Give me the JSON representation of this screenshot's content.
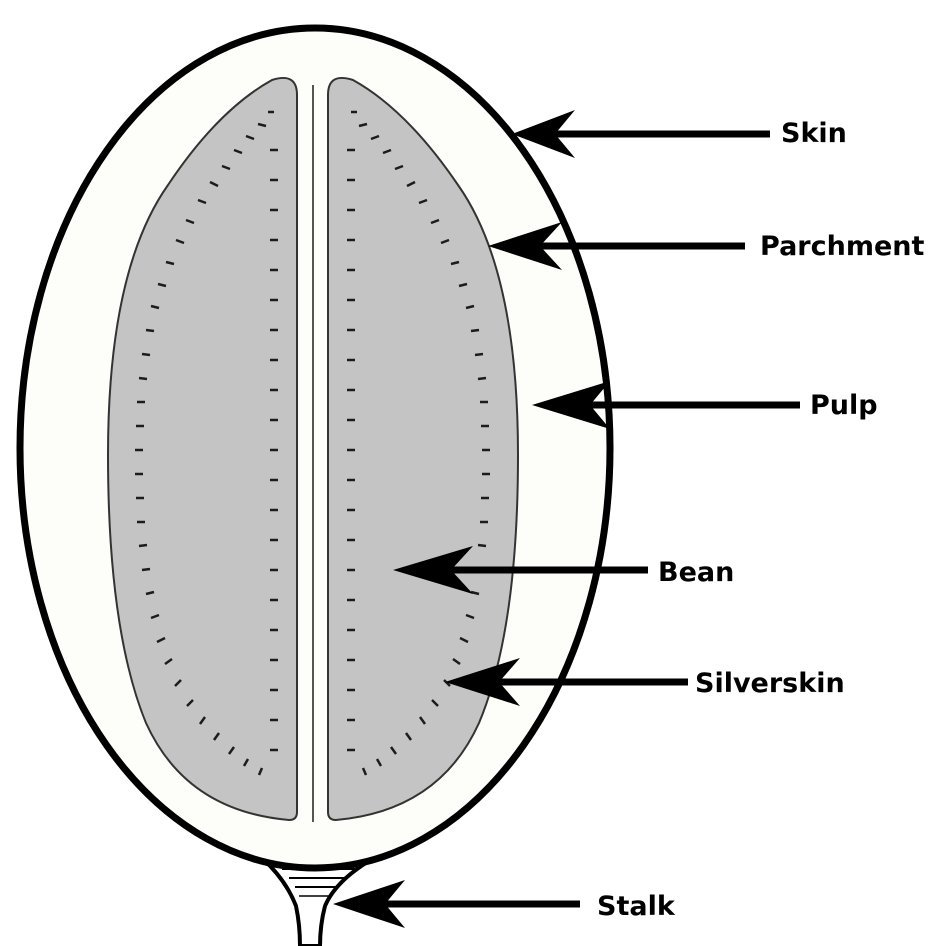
{
  "labels": {
    "skin": "Skin",
    "parchment": "Parchment",
    "pulp": "Pulp",
    "bean": "Bean",
    "silverskin": "Silverskin",
    "stalk": "Stalk"
  },
  "colors": {
    "outline": "#000000",
    "pulp_fill": "#fdfdf9",
    "bean_fill": "#c4c4c4",
    "bean_outline": "#3a3a3a",
    "background": "#ffffff"
  }
}
